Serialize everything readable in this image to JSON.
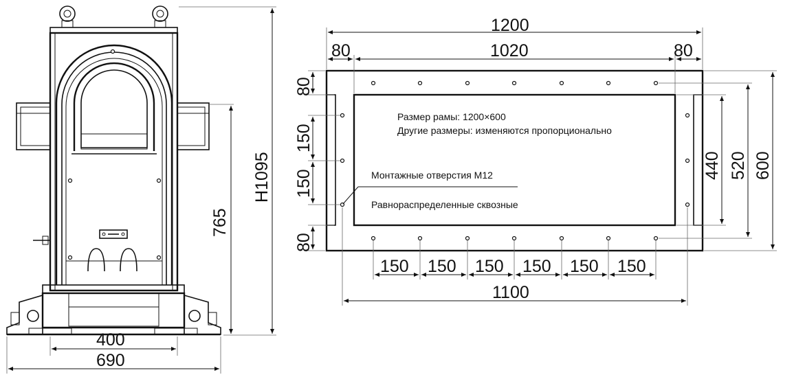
{
  "left_view": {
    "dims": {
      "height_total": "H1095",
      "height_mid": "765",
      "base_inner": "400",
      "base_outer": "690"
    }
  },
  "right_view": {
    "dims": {
      "width_total": "1200",
      "width_inner": "1020",
      "side_left": "80",
      "side_right": "80",
      "top_margin": "80",
      "bottom_margin": "80",
      "side_spacing_1": "150",
      "side_spacing_2": "150",
      "height_inner": "440",
      "height_mid": "520",
      "height_total": "600",
      "hole_span": "1100",
      "bottom_spacings": [
        "150",
        "150",
        "150",
        "150",
        "150",
        "150"
      ]
    },
    "notes": {
      "frame_size": "Размер рамы: 1200×600",
      "other_sizes": "Другие размеры: изменяются пропорционально",
      "mounting_holes": "Монтажные отверстия M12",
      "through_holes": "Равнораспределенные сквозные"
    }
  }
}
